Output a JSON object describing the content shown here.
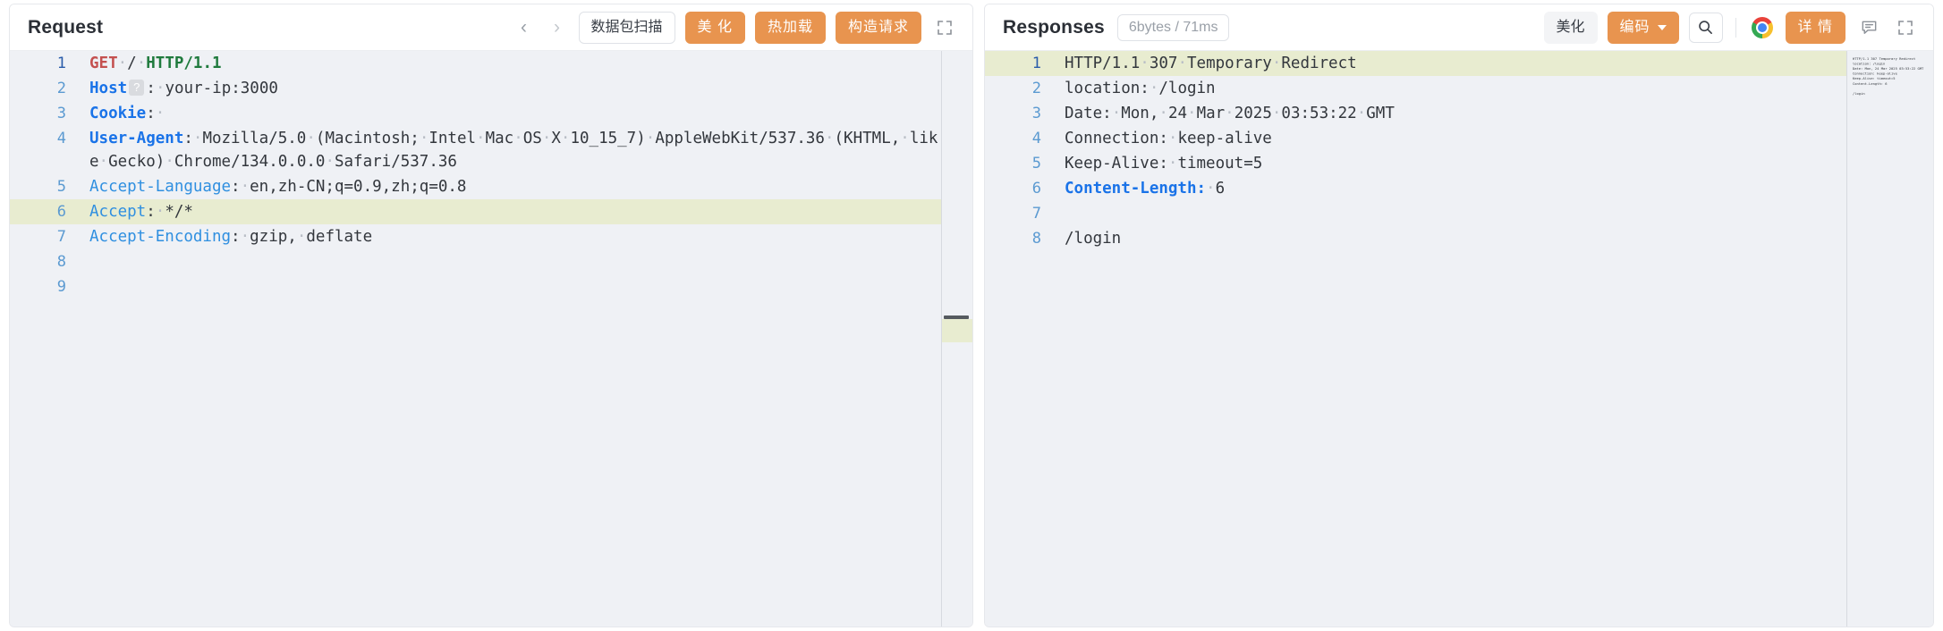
{
  "request_panel": {
    "title": "Request",
    "nav": {
      "prev": "‹",
      "next": "›"
    },
    "buttons": {
      "packet_scan": "数据包扫描",
      "beautify": "美 化",
      "hot_reload": "热加载",
      "build_request": "构造请求"
    },
    "expand_icon": "expand-icon",
    "lines": [
      {
        "no": "1",
        "highlight": false,
        "tokens": [
          {
            "t": "GET",
            "c": "k-method"
          },
          {
            "t": "·",
            "c": "dot"
          },
          {
            "t": "/",
            "c": "k-txt"
          },
          {
            "t": "·",
            "c": "dot"
          },
          {
            "t": "HTTP/1.1",
            "c": "k-ver"
          }
        ]
      },
      {
        "no": "2",
        "highlight": false,
        "tokens": [
          {
            "t": "Host",
            "c": "k-blue-b"
          },
          {
            "t": "?",
            "c": "qmark"
          },
          {
            "t": ":",
            "c": "k-txt"
          },
          {
            "t": "·",
            "c": "dot"
          },
          {
            "t": "your-ip:3000",
            "c": "k-txt"
          }
        ]
      },
      {
        "no": "3",
        "highlight": false,
        "tokens": [
          {
            "t": "Cookie",
            "c": "k-blue-b"
          },
          {
            "t": ":",
            "c": "k-txt"
          },
          {
            "t": "·",
            "c": "dot"
          }
        ]
      },
      {
        "no": "4",
        "highlight": false,
        "tokens": [
          {
            "t": "User-Agent",
            "c": "k-blue-b"
          },
          {
            "t": ":",
            "c": "k-txt"
          },
          {
            "t": "·",
            "c": "dot"
          },
          {
            "t": "Mozilla/5.0",
            "c": "k-txt"
          },
          {
            "t": "·",
            "c": "dot"
          },
          {
            "t": "(Macintosh;",
            "c": "k-txt"
          },
          {
            "t": "·",
            "c": "dot"
          },
          {
            "t": "Intel",
            "c": "k-txt"
          },
          {
            "t": "·",
            "c": "dot"
          },
          {
            "t": "Mac",
            "c": "k-txt"
          },
          {
            "t": "·",
            "c": "dot"
          },
          {
            "t": "OS",
            "c": "k-txt"
          },
          {
            "t": "·",
            "c": "dot"
          },
          {
            "t": "X",
            "c": "k-txt"
          },
          {
            "t": "·",
            "c": "dot"
          },
          {
            "t": "10_15_7)",
            "c": "k-txt"
          },
          {
            "t": "·",
            "c": "dot"
          },
          {
            "t": "AppleWebKit/537.36",
            "c": "k-txt"
          },
          {
            "t": "·",
            "c": "dot"
          },
          {
            "t": "(KHTML,",
            "c": "k-txt"
          },
          {
            "t": "·",
            "c": "dot"
          },
          {
            "t": "like",
            "c": "k-txt"
          },
          {
            "t": "·",
            "c": "dot"
          },
          {
            "t": "Gecko)",
            "c": "k-txt"
          },
          {
            "t": "·",
            "c": "dot"
          },
          {
            "t": "Chrome/134.0.0.0",
            "c": "k-txt"
          },
          {
            "t": "·",
            "c": "dot"
          },
          {
            "t": "Safari/537.36",
            "c": "k-txt"
          }
        ]
      },
      {
        "no": "5",
        "highlight": false,
        "tokens": [
          {
            "t": "Accept-Language",
            "c": "k-blue"
          },
          {
            "t": ":",
            "c": "k-txt"
          },
          {
            "t": "·",
            "c": "dot"
          },
          {
            "t": "en,zh-CN;q=0.9,zh;q=0.8",
            "c": "k-txt"
          }
        ]
      },
      {
        "no": "6",
        "highlight": true,
        "tokens": [
          {
            "t": "Accept",
            "c": "k-blue"
          },
          {
            "t": ":",
            "c": "k-txt"
          },
          {
            "t": "·",
            "c": "dot"
          },
          {
            "t": "*/*",
            "c": "k-txt"
          }
        ]
      },
      {
        "no": "7",
        "highlight": false,
        "tokens": [
          {
            "t": "Accept-Encoding",
            "c": "k-blue"
          },
          {
            "t": ":",
            "c": "k-txt"
          },
          {
            "t": "·",
            "c": "dot"
          },
          {
            "t": "gzip,",
            "c": "k-txt"
          },
          {
            "t": "·",
            "c": "dot"
          },
          {
            "t": "deflate",
            "c": "k-txt"
          }
        ]
      },
      {
        "no": "8",
        "highlight": false,
        "tokens": []
      },
      {
        "no": "9",
        "highlight": false,
        "tokens": []
      }
    ]
  },
  "response_panel": {
    "title": "Responses",
    "meta": "6bytes / 71ms",
    "buttons": {
      "beautify": "美化",
      "encode": "编码",
      "detail": "详 情"
    },
    "icons": {
      "search": "search-icon",
      "chrome": "chrome-icon",
      "comment": "comment-icon",
      "expand": "expand-icon",
      "chevron": "chevron-down-icon"
    },
    "lines": [
      {
        "no": "1",
        "highlight": true,
        "tokens": [
          {
            "t": "HTTP/1.1",
            "c": "k-txt"
          },
          {
            "t": "·",
            "c": "dot"
          },
          {
            "t": "307",
            "c": "k-txt"
          },
          {
            "t": "·",
            "c": "dot"
          },
          {
            "t": "Temporary",
            "c": "k-txt"
          },
          {
            "t": "·",
            "c": "dot"
          },
          {
            "t": "Redirect",
            "c": "k-txt"
          }
        ]
      },
      {
        "no": "2",
        "highlight": false,
        "tokens": [
          {
            "t": "location:",
            "c": "k-txt"
          },
          {
            "t": "·",
            "c": "dot"
          },
          {
            "t": "/login",
            "c": "k-txt"
          }
        ]
      },
      {
        "no": "3",
        "highlight": false,
        "tokens": [
          {
            "t": "Date:",
            "c": "k-txt"
          },
          {
            "t": "·",
            "c": "dot"
          },
          {
            "t": "Mon,",
            "c": "k-txt"
          },
          {
            "t": "·",
            "c": "dot"
          },
          {
            "t": "24",
            "c": "k-txt"
          },
          {
            "t": "·",
            "c": "dot"
          },
          {
            "t": "Mar",
            "c": "k-txt"
          },
          {
            "t": "·",
            "c": "dot"
          },
          {
            "t": "2025",
            "c": "k-txt"
          },
          {
            "t": "·",
            "c": "dot"
          },
          {
            "t": "03:53:22",
            "c": "k-txt"
          },
          {
            "t": "·",
            "c": "dot"
          },
          {
            "t": "GMT",
            "c": "k-txt"
          }
        ]
      },
      {
        "no": "4",
        "highlight": false,
        "tokens": [
          {
            "t": "Connection:",
            "c": "k-txt"
          },
          {
            "t": "·",
            "c": "dot"
          },
          {
            "t": "keep-alive",
            "c": "k-txt"
          }
        ]
      },
      {
        "no": "5",
        "highlight": false,
        "tokens": [
          {
            "t": "Keep-Alive:",
            "c": "k-txt"
          },
          {
            "t": "·",
            "c": "dot"
          },
          {
            "t": "timeout=5",
            "c": "k-txt"
          }
        ]
      },
      {
        "no": "6",
        "highlight": false,
        "tokens": [
          {
            "t": "Content-Length:",
            "c": "k-blue-b"
          },
          {
            "t": "·",
            "c": "dot"
          },
          {
            "t": "6",
            "c": "k-txt"
          }
        ]
      },
      {
        "no": "7",
        "highlight": false,
        "tokens": []
      },
      {
        "no": "8",
        "highlight": false,
        "tokens": [
          {
            "t": "/login",
            "c": "k-txt"
          }
        ]
      }
    ],
    "minimap_text": "HTTP/1.1 307 Temporary Redirect\nlocation: /login\nDate: Mon, 24 Mar 2025 03:53:22 GMT\nConnection: keep-alive\nKeep-Alive: timeout=5\nContent-Length: 6\n\n/login"
  },
  "colors": {
    "accent_orange": "#e8944f",
    "keyword_blue": "#1a73e8",
    "highlight_line": "#e8ecd0",
    "editor_bg": "#eff1f5"
  }
}
